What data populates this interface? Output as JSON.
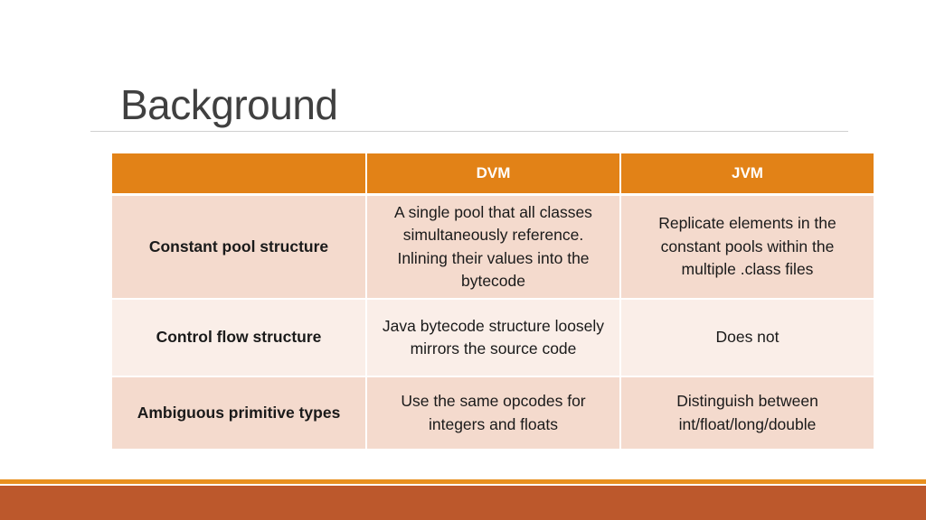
{
  "slide": {
    "title": "Background"
  },
  "table": {
    "headers": [
      "",
      "DVM",
      "JVM"
    ],
    "rows": [
      {
        "label": "Constant pool structure",
        "dvm": "A single pool that all classes simultaneously reference. Inlining their values into the bytecode",
        "jvm": "Replicate elements in the constant pools within the multiple .class files"
      },
      {
        "label": "Control flow structure",
        "dvm": "Java bytecode structure loosely mirrors the source code",
        "jvm": "Does not"
      },
      {
        "label": "Ambiguous primitive types",
        "dvm": "Use the same opcodes for integers and floats",
        "jvm": "Distinguish between int/float/long/double"
      }
    ]
  },
  "colors": {
    "header_bg": "#e28217",
    "row_odd_bg": "#f4dacd",
    "row_even_bg": "#faeee8",
    "footer_accent": "#e8901f",
    "footer_bar": "#bc582c",
    "title_text": "#404040"
  }
}
